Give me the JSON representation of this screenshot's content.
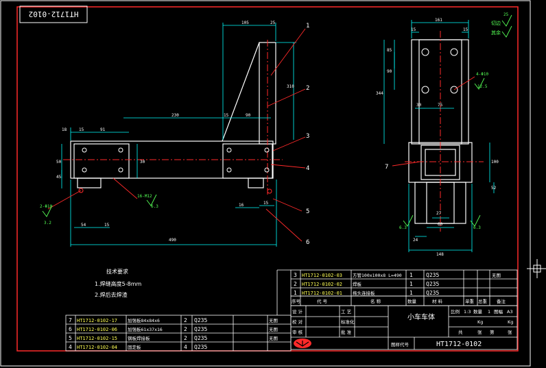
{
  "title_box": {
    "mirrored_code": "HT1712-0102"
  },
  "leaders": [
    "1",
    "2",
    "3",
    "4",
    "5",
    "6",
    "7"
  ],
  "front_view": {
    "dims": {
      "top_105": "105",
      "top_25": "25",
      "vert_310": "310",
      "left_18": "18",
      "left_15": "15",
      "left_91": "91",
      "mid_230": "230",
      "mid_15": "15",
      "mid_90": "90",
      "v_50": "50",
      "v_30": "30",
      "v_45": "45",
      "b_54": "54",
      "b_15": "15",
      "b_16": "16",
      "b_15b": "15",
      "overall_490": "490"
    },
    "notes": {
      "holes_left": "2-Φ10",
      "holes_right": "16-M12",
      "fillet_a": "3.2",
      "fillet_b": "6.3"
    }
  },
  "side_view": {
    "dims": {
      "top_161": "161",
      "top_15a": "15",
      "top_15b": "15",
      "v_85": "85",
      "v_90": "90",
      "v_344": "344",
      "h_30": "30",
      "h_75": "75",
      "v_100": "100",
      "v_52": "52",
      "h_27": "27",
      "h_60": "60",
      "h_24": "24",
      "h_148": "148"
    },
    "notes": {
      "holes": "4-Φ10",
      "roughness": "12.5",
      "rough_a": "6.3",
      "rough_b": "6.3"
    }
  },
  "roughness_legend": {
    "val": "25",
    "label_a": "切边",
    "label_b": "其余"
  },
  "tech_req": {
    "heading": "技术要求",
    "line1": "1.焊缝高度5-8mm",
    "line2": "2.焊后去焊渣"
  },
  "parts_upper": [
    {
      "no": "3",
      "code": "HT1712-0102-03",
      "name": "方管100x100x8  L=490",
      "qty": "1",
      "mat": "Q235",
      "note": "无图"
    },
    {
      "no": "2",
      "code": "HT1712-0102-02",
      "name": "焊板",
      "qty": "1",
      "mat": "Q235",
      "note": ""
    },
    {
      "no": "1",
      "code": "HT1712-0102-01",
      "name": "拖头连接板",
      "qty": "1",
      "mat": "Q235",
      "note": ""
    }
  ],
  "parts_lower": [
    {
      "no": "7",
      "code": "HT1712-0102-17",
      "name": "加强板84x84x6",
      "qty": "2",
      "mat": "Q235",
      "note": "无图"
    },
    {
      "no": "6",
      "code": "HT1712-0102-06",
      "name": "加强板61x37x16",
      "qty": "2",
      "mat": "Q235",
      "note": "无图"
    },
    {
      "no": "5",
      "code": "HT1712-0102-15",
      "name": "钢板焊接板",
      "qty": "2",
      "mat": "Q235",
      "note": "无图"
    },
    {
      "no": "4",
      "code": "HT1712-0102-04",
      "name": "固定板",
      "qty": "4",
      "mat": "Q235",
      "note": ""
    }
  ],
  "header_row": {
    "c1": "序号",
    "c2": "代  号",
    "c3": "名  称",
    "c4": "数量",
    "c5": "材  料",
    "c6": "单重",
    "c7": "总重",
    "c8": "备注"
  },
  "title_block": {
    "design": "设 计",
    "check": "校 对",
    "review": "审 核",
    "process": "工 艺",
    "standard": "标准化",
    "approve": "批 准",
    "drawing_name": "小车车体",
    "scale_label": "比例",
    "scale": "1:3",
    "qty_label": "数量",
    "qty": "1",
    "size_label": "图幅",
    "size": "A3",
    "weight": "Kg",
    "weight2": "Kg",
    "sheets": "共",
    "sheet_of": "张",
    "page": "第",
    "page2": "张",
    "code_label": "图样代号",
    "code": "HT1712-0102"
  },
  "colors": {
    "frame": "#ff2a2a",
    "line": "#ffffff",
    "dim": "#00ffff",
    "leader": "#ff2a2a",
    "center": "#ff2a2a",
    "text_yellow": "#ffff55",
    "text_green": "#55ff55",
    "hole": "#ff2a2a"
  }
}
